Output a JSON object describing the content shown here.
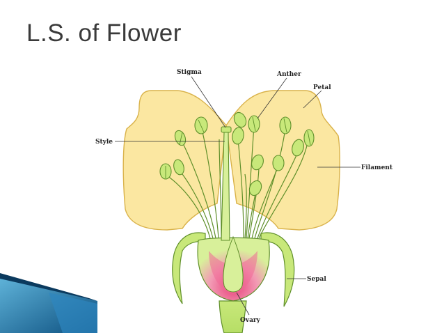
{
  "slide": {
    "title": "L.S. of Flower"
  },
  "diagram": {
    "labels": {
      "stigma": "Stigma",
      "anther": "Anther",
      "petal": "Petal",
      "style": "Style",
      "filament": "Filament",
      "sepal": "Sepal",
      "ovary": "Ovary"
    }
  },
  "colors": {
    "petal_fill": "#fbe7a1",
    "petal_stroke": "#d9b24a",
    "stamen_green": "#c8e87a",
    "stamen_stroke": "#5f8f2a",
    "ovary_pink": "#e8407a",
    "accent_blue": "#1f6fa8"
  }
}
